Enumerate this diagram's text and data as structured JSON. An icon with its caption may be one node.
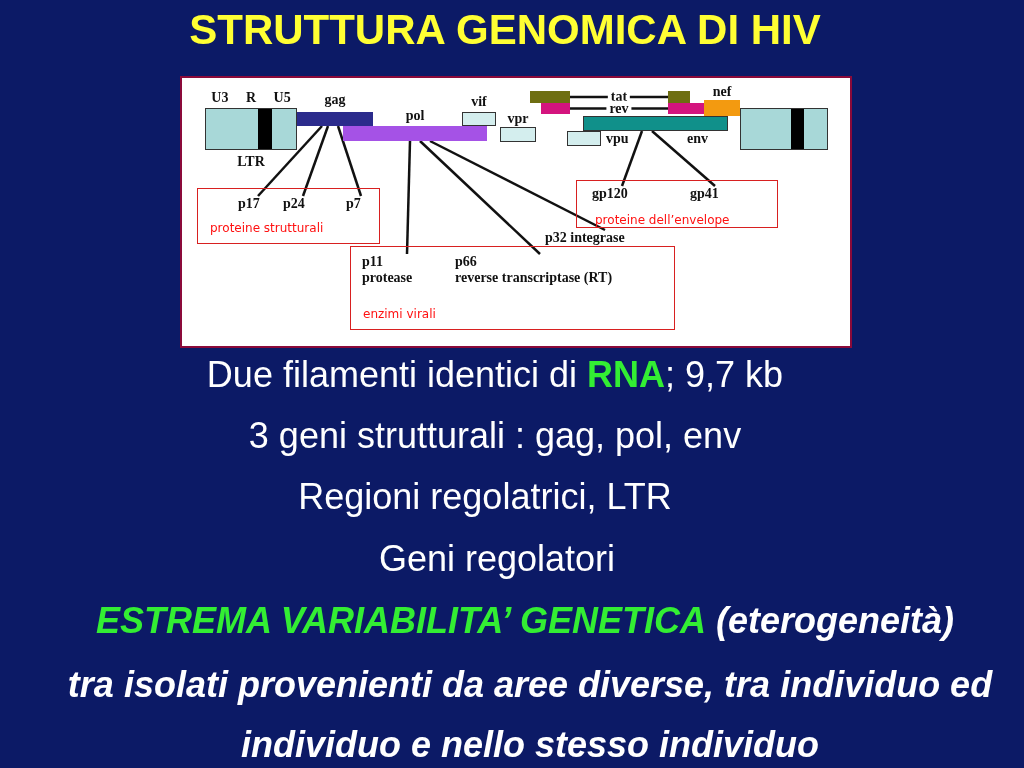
{
  "diagram": {
    "title": "STRUTTURA GENOMICA DI HIV",
    "nodes": [
      {
        "text": [
          "U3 R U5",
          "LTR"
        ]
      },
      {
        "text": [
          "gag"
        ]
      },
      {
        "text": [
          "pol"
        ]
      },
      {
        "text": [
          "vif"
        ]
      },
      {
        "text": [
          "vpr"
        ]
      },
      {
        "text": [],
        "shape": "bar"
      },
      {
        "text": [],
        "shape": "bar"
      },
      {
        "text": [
          "vpu"
        ]
      },
      {
        "text": [
          "env"
        ]
      },
      {
        "text": [],
        "shape": "bar"
      },
      {
        "text": [],
        "shape": "bar"
      },
      {
        "text": [
          "nef"
        ]
      },
      {
        "text": [],
        "shape": "box"
      },
      {
        "text": [
          "proteine strutturali"
        ]
      },
      {
        "text": [
          "p17"
        ],
        "in": 13
      },
      {
        "text": [
          "p24"
        ],
        "in": 13
      },
      {
        "text": [
          "p7"
        ],
        "in": 13
      },
      {
        "text": [
          "enzimi virali"
        ]
      },
      {
        "text": [
          "p11",
          "protease"
        ],
        "in": 17
      },
      {
        "text": [
          "p66",
          "reverse transcriptase (RT)"
        ],
        "in": 17
      },
      {
        "text": [
          "p32 integrase"
        ]
      },
      {
        "text": [
          "proteine dell’envelope"
        ]
      },
      {
        "text": [
          "gp120"
        ],
        "in": 21
      },
      {
        "text": [
          "gp41"
        ],
        "in": 21
      }
    ],
    "edges": [
      {
        "from": 5,
        "to": 9,
        "arrow": "none",
        "label": "tat"
      },
      {
        "from": 6,
        "to": 10,
        "arrow": "none",
        "label": "rev"
      },
      {
        "from": 1,
        "to": 14,
        "arrow": "none"
      },
      {
        "from": 1,
        "to": 15,
        "arrow": "none"
      },
      {
        "from": 1,
        "to": 16,
        "arrow": "none"
      },
      {
        "from": 2,
        "to": 18,
        "arrow": "none"
      },
      {
        "from": 2,
        "to": 19,
        "arrow": "none"
      },
      {
        "from": 2,
        "to": 20,
        "arrow": "none"
      },
      {
        "from": 8,
        "to": 22,
        "arrow": "none"
      },
      {
        "from": 8,
        "to": 23,
        "arrow": "none"
      }
    ],
    "labels": [
      "Due filamenti identici di **RNA**; 9,7 kb",
      "3 geni strutturali : gag, pol, env",
      "Regioni regolatrici, LTR",
      "Geni regolatori",
      "**ESTREMA VARIABILITA’ GENETICA** (eterogeneità)",
      "tra isolati provenienti da aree diverse, tra individuo ed individuo e nello stesso individuo"
    ]
  }
}
